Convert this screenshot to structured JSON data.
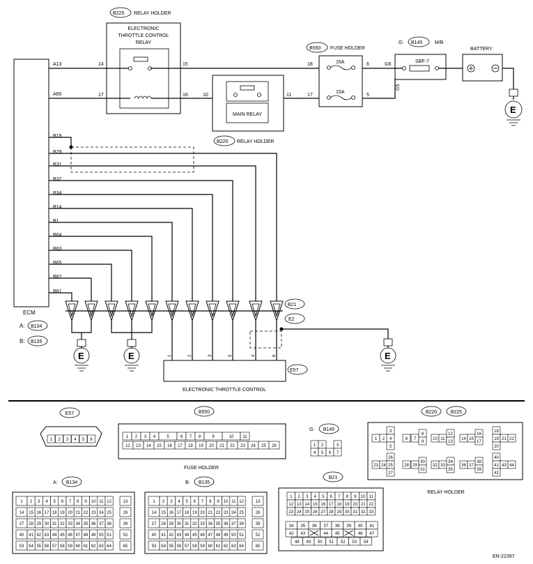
{
  "connectors": {
    "B225": "B225",
    "relay_holder_1": "RELAY HOLDER",
    "B550": "B550",
    "fuse_holder_1": "FUSE HOLDER",
    "B145_prefix": "G:",
    "B145": "B145",
    "mb": "M/B",
    "B220": "B220",
    "relay_holder_2": "RELAY HOLDER",
    "B21": "B21",
    "E2": "E2",
    "E57": "E57"
  },
  "components": {
    "etc_relay": [
      "ELECTRONIC",
      "THROTTLE CONTROL",
      "RELAY"
    ],
    "main_relay": "MAIN RELAY",
    "sbf": "SBF-7",
    "battery": "BATTERY",
    "fuse_a": "15A",
    "fuse_b": "15A",
    "ecm": "ECM",
    "etc": "ELECTRONIC THROTTLE CONTROL",
    "ground": "E"
  },
  "ecm_pins": [
    "A13",
    "A65",
    "B19",
    "B29",
    "B31",
    "B32",
    "B34",
    "B14",
    "B1",
    "B64",
    "B63",
    "B65",
    "B62",
    "B61"
  ],
  "ecm_connectors": {
    "a_prefix": "A:",
    "a": "B134",
    "b_prefix": "B:",
    "b": "B135"
  },
  "terminals": {
    "relay_14": "14",
    "relay_15": "15",
    "relay_17": "17",
    "relay_16": "16",
    "main_10": "10",
    "main_11": "11",
    "fuse_18": "18",
    "fuse_6": "6",
    "fuse_17": "17",
    "fuse_5": "5",
    "g6": "G6",
    "g5": "G5"
  },
  "b21_pins": [
    "34",
    "35",
    "36",
    "37",
    "40",
    "36",
    "38",
    "6",
    "28",
    "24",
    "25"
  ],
  "e57_pins": [
    "1",
    "2",
    "3",
    "5",
    "4",
    "6"
  ],
  "bottom": {
    "e57": "E57",
    "e57_pins": [
      "1",
      "2",
      "3",
      "4",
      "5",
      "6"
    ],
    "b550": "B550",
    "fuse_holder": "FUSE HOLDER",
    "b550_top": [
      "1",
      "2",
      "3",
      "4",
      "5",
      "6",
      "7",
      "8",
      "9",
      "10",
      "11"
    ],
    "b550_bot": [
      "12",
      "13",
      "14",
      "15",
      "16",
      "17",
      "18",
      "19",
      "20",
      "21",
      "22",
      "23",
      "24",
      "25",
      "26"
    ],
    "b145_prefix": "G:",
    "b145": "B145",
    "b145_pins": [
      "1",
      "2",
      "3",
      "4",
      "5",
      "6",
      "7"
    ],
    "b220": "B220",
    "b225": "B225",
    "relay_holder": "RELAY HOLDER",
    "b134_prefix": "A:",
    "b134": "B134",
    "b135_prefix": "B:",
    "b135": "B135",
    "b21": "B21",
    "b21_rows": [
      [
        "1",
        "2",
        "3",
        "4",
        "5",
        "6",
        "7",
        "8",
        "9",
        "10",
        "11"
      ],
      [
        "12",
        "13",
        "14",
        "15",
        "16",
        "17",
        "18",
        "19",
        "20",
        "21",
        "22"
      ],
      [
        "23",
        "24",
        "25",
        "26",
        "27",
        "28",
        "29",
        "30",
        "31",
        "32",
        "33"
      ]
    ],
    "b21_low": [
      [
        "34",
        "35",
        "36",
        "37",
        "38",
        "39",
        "40",
        "41"
      ],
      [
        "42",
        "43",
        "",
        "44",
        "45",
        "",
        "46",
        "47"
      ],
      [
        "48",
        "49",
        "50",
        "51",
        "52",
        "53",
        "54"
      ]
    ],
    "ecm_grid_rows": [
      [
        "1",
        "2",
        "3",
        "4",
        "5",
        "6",
        "7",
        "8",
        "9",
        "10",
        "11",
        "12",
        "13"
      ],
      [
        "14",
        "15",
        "16",
        "17",
        "18",
        "19",
        "20",
        "21",
        "22",
        "23",
        "24",
        "25",
        "26"
      ],
      [
        "27",
        "28",
        "29",
        "30",
        "31",
        "32",
        "33",
        "34",
        "35",
        "36",
        "37",
        "38",
        "39"
      ],
      [
        "40",
        "41",
        "42",
        "43",
        "44",
        "45",
        "46",
        "47",
        "48",
        "49",
        "50",
        "51",
        "52"
      ],
      [
        "53",
        "54",
        "55",
        "56",
        "57",
        "58",
        "59",
        "60",
        "61",
        "62",
        "63",
        "64",
        "65"
      ]
    ]
  },
  "figure_id": "EN-22397"
}
